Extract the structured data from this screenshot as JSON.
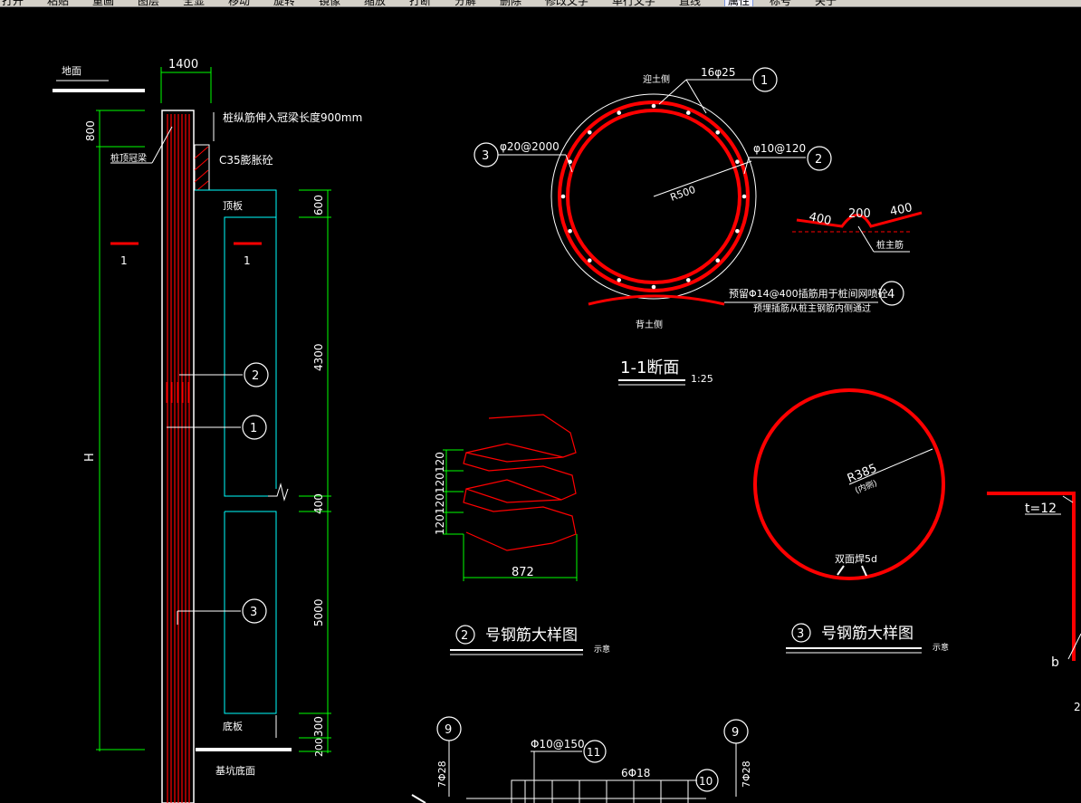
{
  "toolbar": {
    "items": [
      "打开",
      "粘贴",
      "重画",
      "图层",
      "全显",
      "移动",
      "旋转",
      "镜像",
      "缩放",
      "打断",
      "分解",
      "删除",
      "修改文字",
      "单行文字",
      "直线",
      "属性",
      "标号",
      "关于"
    ],
    "active_index": 15
  },
  "colors": {
    "background": "#000000",
    "rebar": "#ff0000",
    "dimension": "#00ff00",
    "outline": "#00ffff",
    "text": "#ffffff"
  },
  "drawing": {
    "elevation": {
      "ground_label": "地面",
      "width_dim": "1400",
      "top_dim": "800",
      "anchor_note": "桩纵筋伸入冠梁长度900mm",
      "cap_beam_label": "桩顶冠梁",
      "concrete_label": "C35膨胀砼",
      "roof_slab_label": "顶板",
      "floor_slab_label": "底板",
      "pit_bottom_label": "基坑底面",
      "height_label": "H",
      "section_mark_left": "1",
      "section_mark_right": "1",
      "dims_right": [
        "600",
        "4300",
        "400",
        "5000",
        "300",
        "200"
      ],
      "callouts": [
        "2",
        "1",
        "3"
      ]
    },
    "section_1_1": {
      "title": "1-1断面",
      "scale": "1:25",
      "soil_side": "迎土侧",
      "back_side": "背土侧",
      "main_bars": "16φ25",
      "stirrup": "φ10@120",
      "ring_bar": "φ20@2000",
      "radius": "R500",
      "dowel_note": "预留Φ14@400插筋用于桩间网喷砼",
      "dowel_note2": "预埋插筋从桩主钢筋内侧通过",
      "callouts": [
        "1",
        "2",
        "3",
        "4"
      ],
      "bend_dims": [
        "400",
        "200",
        "400"
      ],
      "main_bar_label": "桩主筋"
    },
    "rebar_2_detail": {
      "title": "号钢筋大样图",
      "number": "2",
      "note": "示意",
      "pitch_dims": [
        "120",
        "120",
        "120",
        "120"
      ],
      "diameter_dim": "872"
    },
    "rebar_3_detail": {
      "title": "号钢筋大样图",
      "number": "3",
      "note": "示意",
      "radius": "R385",
      "radius_note": "(内侧)",
      "weld_note": "双面焊5d"
    },
    "right_partial": {
      "thickness": "t=12",
      "label_b": "b"
    },
    "bottom_detail": {
      "callouts": [
        "9",
        "11",
        "10",
        "9"
      ],
      "stirrup": "Φ10@150",
      "main_bars": "6Φ18",
      "left_bars": "7Φ28",
      "right_bars": "7Φ28"
    }
  }
}
